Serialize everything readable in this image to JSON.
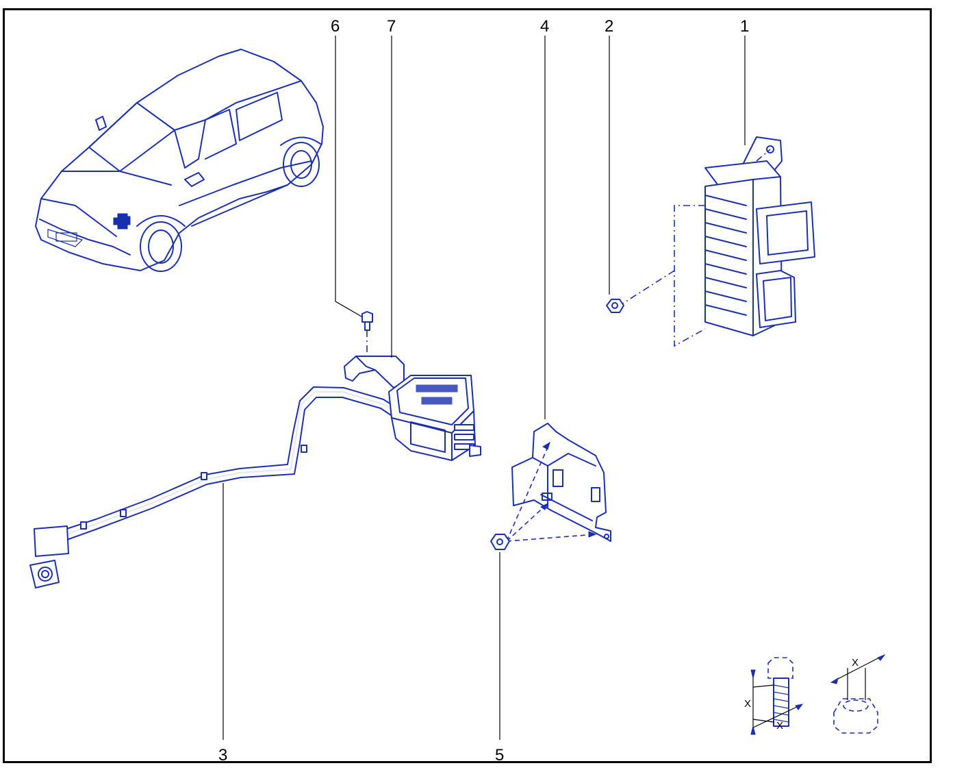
{
  "callouts": {
    "c1": "1",
    "c2": "2",
    "c3": "3",
    "c4": "4",
    "c5": "5",
    "c6": "6",
    "c7": "7"
  },
  "dimension_labels": {
    "bolt_length": "X",
    "bolt_diameter": "X",
    "nut_width": "X"
  },
  "colors": {
    "ink": "#1a2fb0",
    "frame": "#000000"
  }
}
